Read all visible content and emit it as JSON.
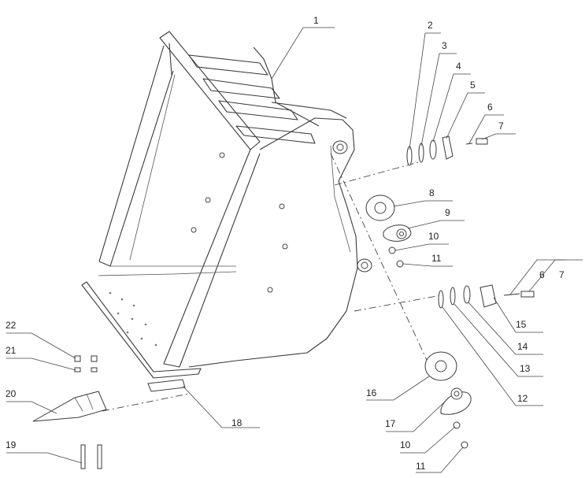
{
  "diagram": {
    "title": "Loader bucket assembly exploded view",
    "stroke_color": "#3a3a3a",
    "callouts": {
      "c1": "1",
      "c2": "2",
      "c3": "3",
      "c4": "4",
      "c5": "5",
      "c6a": "6",
      "c7a": "7",
      "c8": "8",
      "c9": "9",
      "c10a": "10",
      "c11a": "11",
      "c6b": "6",
      "c7b": "7",
      "c15": "15",
      "c14": "14",
      "c13": "13",
      "c12": "12",
      "c16": "16",
      "c17": "17",
      "c10b": "10",
      "c11b": "11",
      "c18": "18",
      "c19": "19",
      "c20": "20",
      "c21": "21",
      "c22": "22"
    }
  }
}
